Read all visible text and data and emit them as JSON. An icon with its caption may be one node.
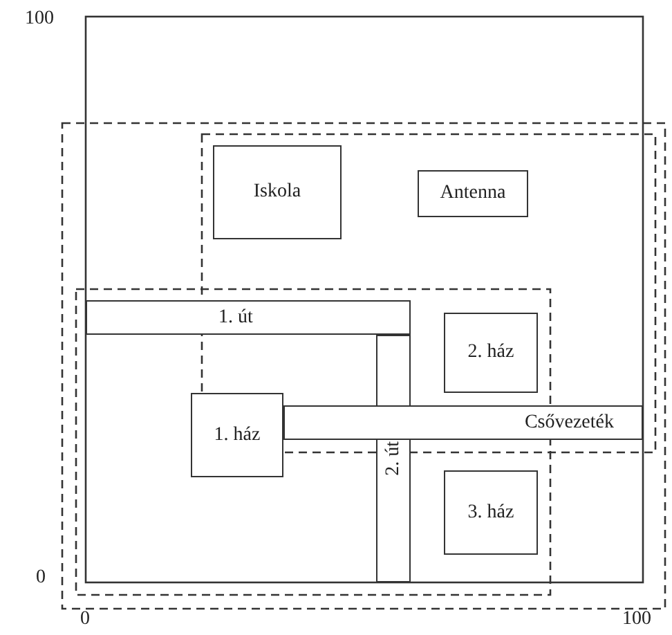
{
  "diagram": {
    "nodes": [
      {
        "text": [
          "Iskola"
        ]
      },
      {
        "text": [
          "Antenna"
        ]
      },
      {
        "text": [
          "1. út"
        ]
      },
      {
        "text": [
          "2. ház"
        ]
      },
      {
        "text": [
          "1. ház"
        ]
      },
      {
        "text": [
          "Csővezeték"
        ]
      },
      {
        "text": [
          "2. út"
        ]
      },
      {
        "text": [
          "3. ház"
        ]
      }
    ],
    "labels": [
      "100",
      "0",
      "0",
      "100"
    ]
  }
}
